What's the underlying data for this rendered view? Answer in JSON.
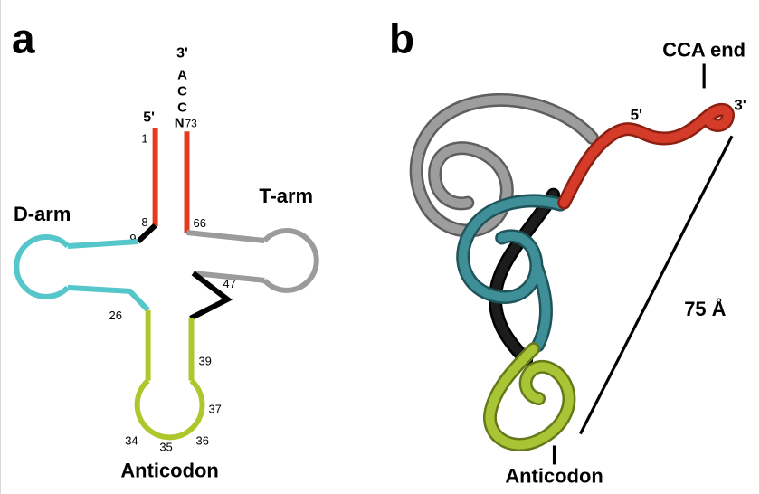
{
  "figure": {
    "panel_a": {
      "panel_label": "a",
      "labels": {
        "d_arm": "D-arm",
        "t_arm": "T-arm",
        "anticodon": "Anticodon",
        "five_prime": "5'",
        "three_prime": "3'"
      },
      "sequence": {
        "a": "A",
        "c1": "C",
        "c2": "C",
        "n": "N",
        "n_number": "73"
      },
      "residues": {
        "r1": "1",
        "r8": "8",
        "r9": "9",
        "r26": "26",
        "r34": "34",
        "r35": "35",
        "r36": "36",
        "r37": "37",
        "r39": "39",
        "r47": "47",
        "r66": "66"
      }
    },
    "panel_b": {
      "panel_label": "b",
      "labels": {
        "cca_end": "CCA end",
        "five_prime": "5'",
        "three_prime": "3'",
        "distance": "75 Å",
        "anticodon": "Anticodon"
      }
    },
    "colors": {
      "red": "#e43b1e",
      "cyan": "#55c6c9",
      "gray": "#9b9b9b",
      "green": "#aec72c",
      "black": "#000000",
      "tube_red": "#d43b28",
      "tube_red_dark": "#8c2012",
      "tube_gray": "#9d9d9d",
      "tube_gray_dark": "#5e5e5e",
      "tube_teal": "#3e8f97",
      "tube_teal_dark": "#1f545b",
      "tube_green": "#a9c535",
      "tube_green_dark": "#66791a",
      "tube_black": "#1c1c1c",
      "tube_black_dark": "#000000"
    }
  }
}
